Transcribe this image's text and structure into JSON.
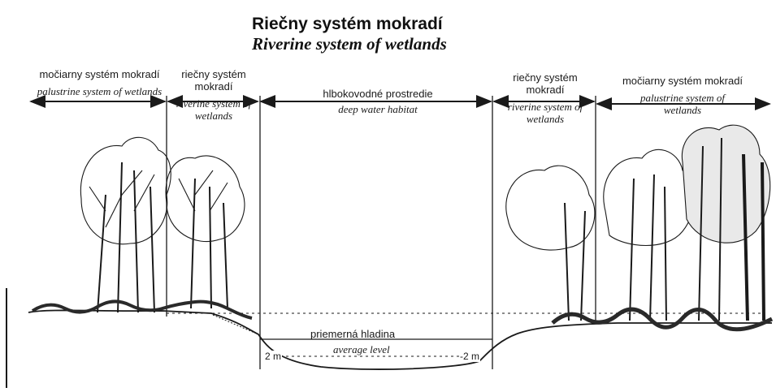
{
  "title": "Riečny systém mokradí",
  "subtitle": "Riverine system of wetlands",
  "zones": [
    {
      "sk": "močiarny systém mokradí",
      "en": "palustrine system of wetlands"
    },
    {
      "sk": "riečny systém mokradí",
      "en": "riverine system of wetlands"
    },
    {
      "sk": "hlbokovodné prostredie",
      "en": "deep water habitat"
    },
    {
      "sk": "riečny systém mokradí",
      "en": "riverine system of wetlands"
    },
    {
      "sk": "močiarny systém mokradí",
      "en": "palustrine system of wetlands"
    }
  ],
  "water_level": {
    "sk": "priemerná hladina",
    "en": "average level"
  },
  "depth_left": "2 m",
  "depth_right": "-2 m",
  "colors": {
    "ink": "#1a1a1a",
    "background": "#ffffff",
    "ground": "#2a2a2a"
  }
}
